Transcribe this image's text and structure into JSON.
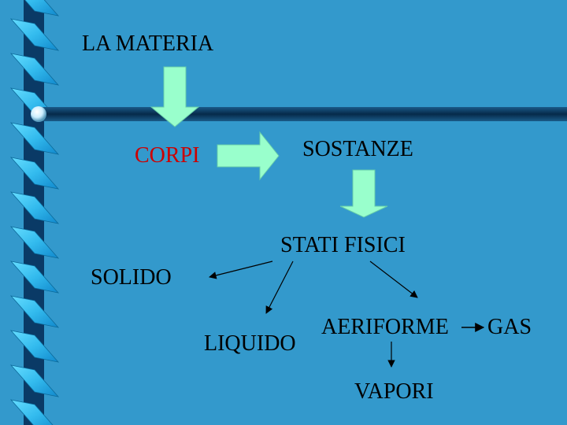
{
  "slide": {
    "title": "LA  MATERIA",
    "corpi": "CORPI",
    "sostanze": "SOSTANZE",
    "stati_fisici": "STATI  FISICI",
    "solido": "SOLIDO",
    "liquido": "LIQUIDO",
    "aeriforme": "AERIFORME",
    "gas": "GAS",
    "vapori": "VAPORI"
  },
  "colors": {
    "background": "#3399cc",
    "block_arrow_fill": "#99ffcc",
    "highlight_text": "#cc0000",
    "text": "#000000",
    "left_stripe": "#0a3a66"
  },
  "icons": {
    "block_arrow": "block-arrow-icon",
    "line_arrow": "line-arrow-icon",
    "bullet": "bullet-ball-icon"
  }
}
